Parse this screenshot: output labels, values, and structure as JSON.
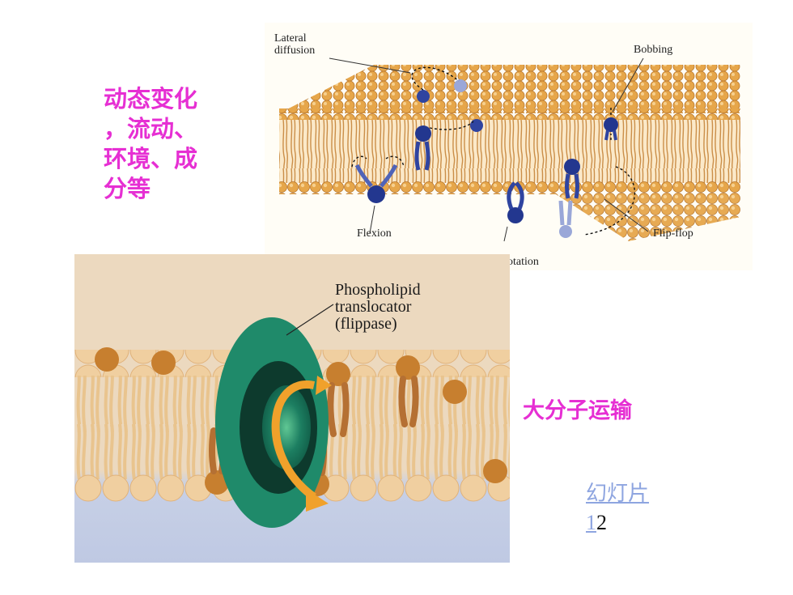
{
  "text_left": "动态变化\n，流动、\n环境、成\n分等",
  "text_right": "大分子运输",
  "fig_top": {
    "labels": {
      "lateral": "Lateral\ndiffusion",
      "bobbing": "Bobbing",
      "flexion": "Flexion",
      "flipflop": "Flip-flop",
      "rotation": "otation"
    }
  },
  "fig_bottom": {
    "label": "Phospholipid\ntranslocator\n(flippase)"
  },
  "slide_link": {
    "line1": "幻灯片",
    "line2_link": "1",
    "line2_plain": "2"
  },
  "colors": {
    "magenta_text": "#e62fd3",
    "lipid_head": "#e7a94b",
    "protein_blue": "#2f44a0",
    "flippase_green": "#1f8a6a",
    "link": "#8ea5e0"
  }
}
